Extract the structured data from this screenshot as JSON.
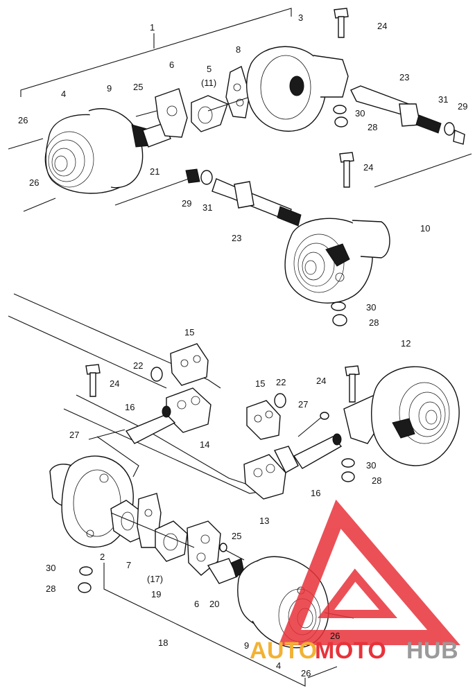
{
  "diagram": {
    "callouts": [
      "1",
      "2",
      "3",
      "4",
      "4",
      "5",
      "(11)",
      "6",
      "6",
      "7",
      "8",
      "9",
      "9",
      "10",
      "12",
      "13",
      "14",
      "15",
      "15",
      "16",
      "16",
      "(17)",
      "18",
      "19",
      "20",
      "21",
      "22",
      "22",
      "23",
      "23",
      "24",
      "24",
      "24",
      "24",
      "25",
      "25",
      "26",
      "26",
      "26",
      "26",
      "27",
      "27",
      "28",
      "28",
      "28",
      "28",
      "29",
      "29",
      "30",
      "30",
      "30",
      "30",
      "31",
      "31"
    ]
  },
  "watermark": {
    "word_a": "AUTO",
    "word_b": "MOTO",
    "word_c": "HUB",
    "color_red": "#e8323a",
    "color_yellow": "#f2b233",
    "color_gray": "#9a9a9a"
  }
}
